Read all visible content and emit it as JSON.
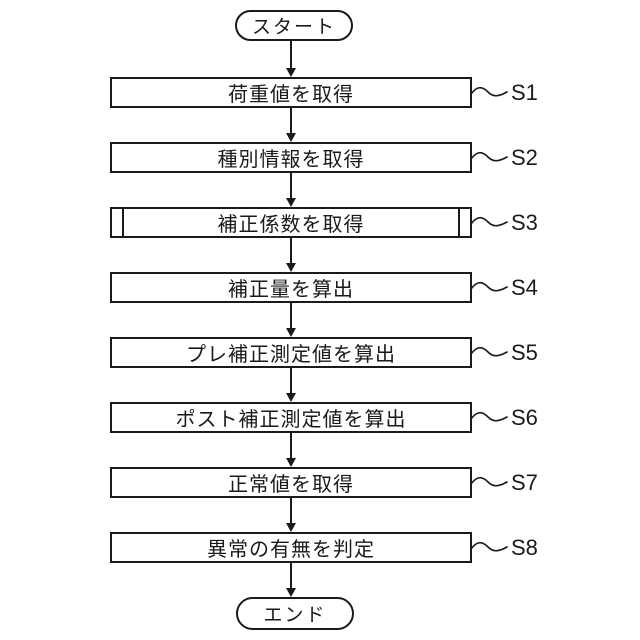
{
  "figure": {
    "background": "#ffffff",
    "line_color": "#1a1a1a"
  },
  "terminals": {
    "start": {
      "label": "スタート"
    },
    "end": {
      "label": "エンド"
    }
  },
  "steps": [
    {
      "id": "S1",
      "label": "荷重値を取得",
      "type": "process"
    },
    {
      "id": "S2",
      "label": "種別情報を取得",
      "type": "process"
    },
    {
      "id": "S3",
      "label": "補正係数を取得",
      "type": "predefined-process"
    },
    {
      "id": "S4",
      "label": "補正量を算出",
      "type": "process"
    },
    {
      "id": "S5",
      "label": "プレ補正測定値を算出",
      "type": "process"
    },
    {
      "id": "S6",
      "label": "ポスト補正測定値を算出",
      "type": "process"
    },
    {
      "id": "S7",
      "label": "正常値を取得",
      "type": "process"
    },
    {
      "id": "S8",
      "label": "異常の有無を判定",
      "type": "process"
    }
  ]
}
